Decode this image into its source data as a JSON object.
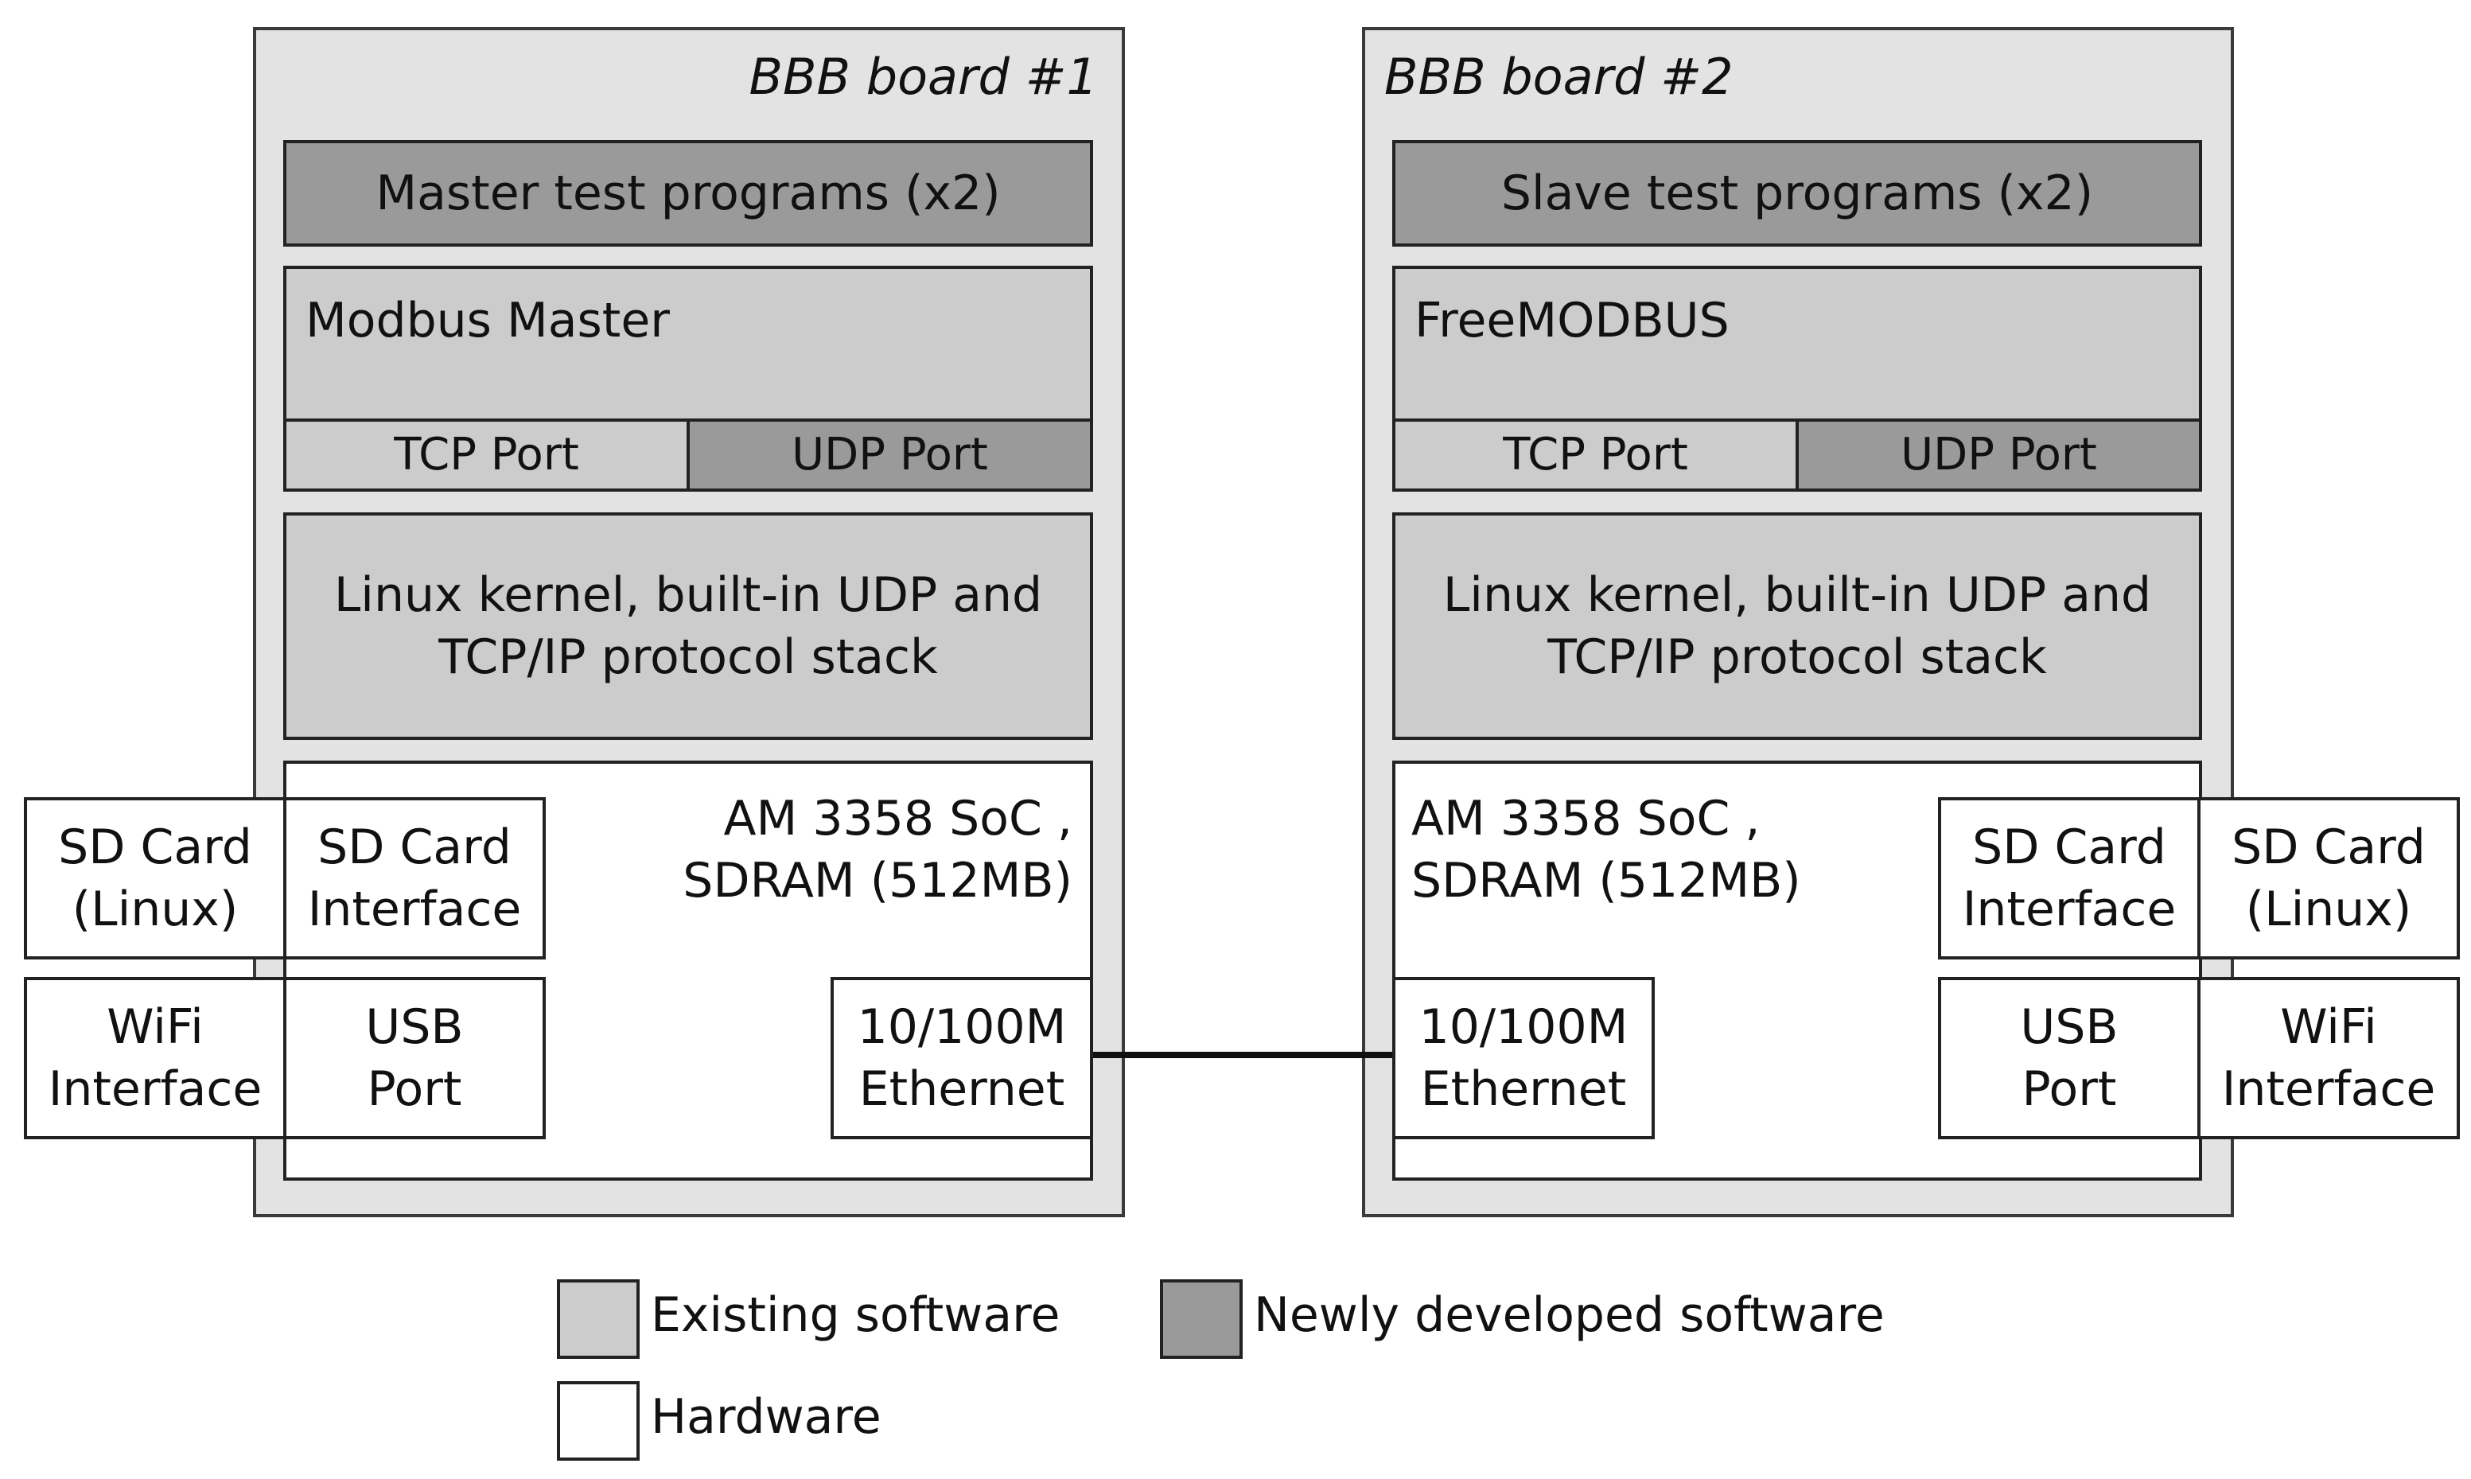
{
  "board1": {
    "title": "BBB board #1",
    "test_programs": "Master test programs (x2)",
    "modbus": "Modbus Master",
    "tcp_port": "TCP Port",
    "udp_port": "UDP Port",
    "kernel": "Linux kernel, built-in UDP and TCP/IP protocol stack",
    "soc": "AM 3358 SoC , SDRAM (512MB)",
    "ethernet": "10/100M Ethernet",
    "sd_card": "SD Card (Linux)",
    "sd_interface": "SD Card Interface",
    "wifi": "WiFi Interface",
    "usb": "USB Port"
  },
  "board2": {
    "title": "BBB board #2",
    "test_programs": "Slave test programs (x2)",
    "modbus": "FreeMODBUS",
    "tcp_port": "TCP Port",
    "udp_port": "UDP Port",
    "kernel": "Linux kernel, built-in UDP and TCP/IP protocol stack",
    "soc": "AM 3358 SoC , SDRAM (512MB)",
    "ethernet": "10/100M Ethernet",
    "sd_card": "SD Card (Linux)",
    "sd_interface": "SD Card Interface",
    "wifi": "WiFi Interface",
    "usb": "USB Port"
  },
  "legend": {
    "existing": "Existing software",
    "new": "Newly developed software",
    "hardware": "Hardware"
  },
  "colors": {
    "board_bg": "#e3e3e3",
    "existing": "#cccccc",
    "new": "#9a9a9a",
    "hardware": "#ffffff"
  }
}
